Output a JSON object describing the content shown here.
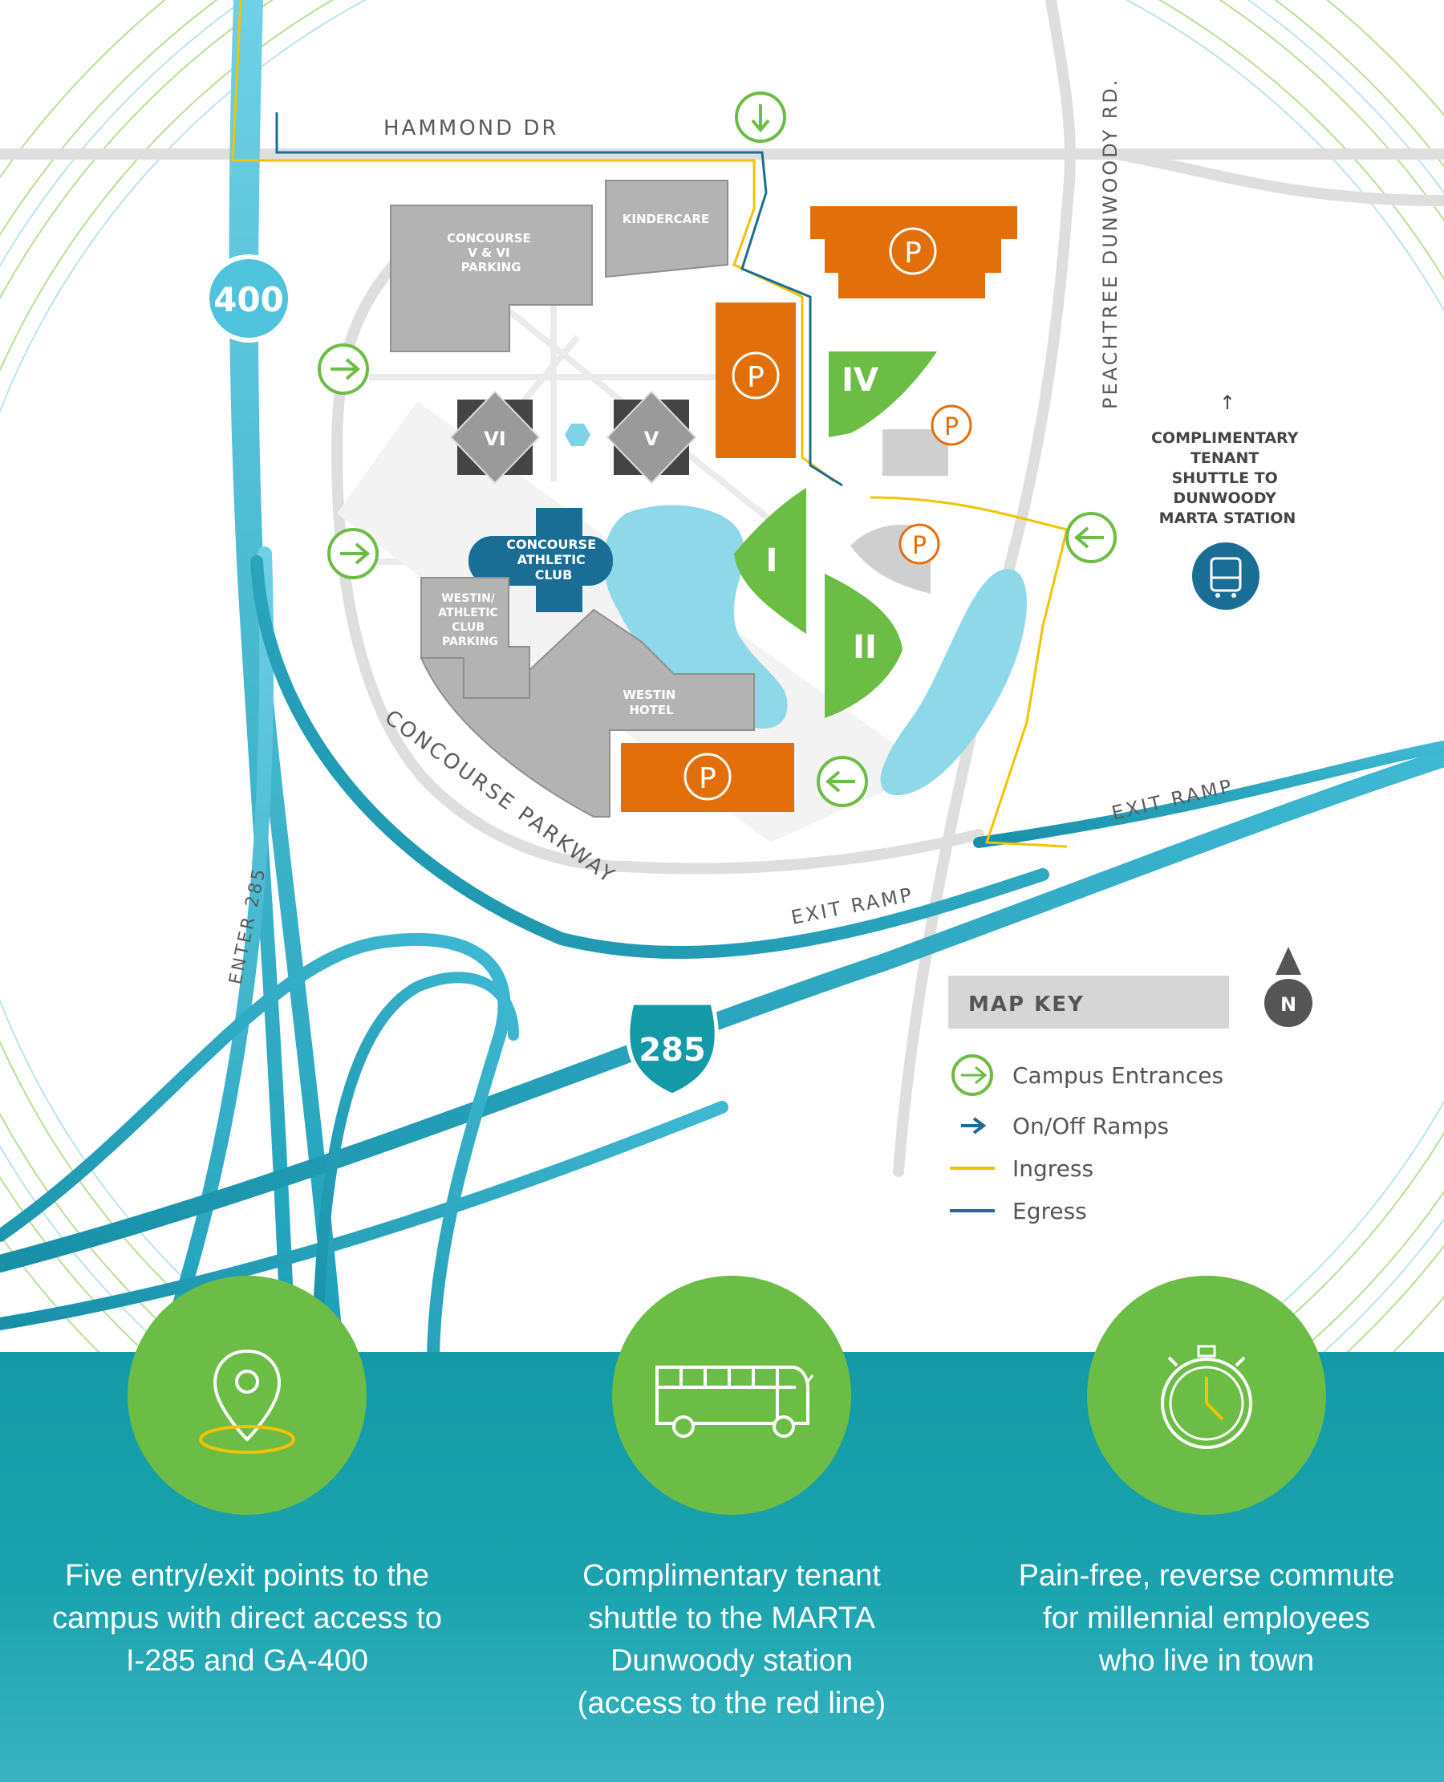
{
  "roads": {
    "hammond": "HAMMOND DR",
    "peachtree": "PEACHTREE DUNWOODY RD.",
    "concourse_parkway": "CONCOURSE PARKWAY",
    "exit_ramp_1": "EXIT RAMP",
    "exit_ramp_2": "EXIT RAMP",
    "enter_285": "ENTER 285"
  },
  "highways": {
    "ga400": "400",
    "i285": "285"
  },
  "buildings": {
    "concourse_parking": [
      "CONCOURSE",
      "V & VI",
      "PARKING"
    ],
    "kindercare": "KINDERCARE",
    "tower_vi": "VI",
    "tower_v": "V",
    "tower_iv": "IV",
    "tower_i": "I",
    "tower_ii": "II",
    "athletic_club": [
      "CONCOURSE",
      "ATHLETIC",
      "CLUB"
    ],
    "westin_parking": [
      "WESTIN/",
      "ATHLETIC",
      "CLUB",
      "PARKING"
    ],
    "westin_hotel": [
      "WESTIN",
      "HOTEL"
    ],
    "parking_symbol": "P"
  },
  "shuttle": {
    "arrow": "↑",
    "lines": [
      "COMPLIMENTARY",
      "TENANT",
      "SHUTTLE TO",
      "DUNWOODY",
      "MARTA STATION"
    ]
  },
  "map_key": {
    "title": "MAP KEY",
    "north": "N",
    "items": [
      {
        "label": "Campus Entrances",
        "icon": "entrance-icon"
      },
      {
        "label": "On/Off Ramps",
        "icon": "ramp-arrow-icon"
      },
      {
        "label": "Ingress",
        "icon": "yellow-line"
      },
      {
        "label": "Egress",
        "icon": "blue-line"
      }
    ]
  },
  "colors": {
    "teal": "#139aa6",
    "green": "#6bbd45",
    "orange": "#e36f0a",
    "yellow": "#f2c300",
    "navy": "#1a6e96",
    "highway": "#4fc3dc",
    "building_gray": "#b3b3b3"
  },
  "features": [
    {
      "icon": "location-pin-icon",
      "text": [
        "Five entry/exit points to the",
        "campus with direct access to",
        "I-285 and GA-400"
      ]
    },
    {
      "icon": "bus-icon",
      "text": [
        "Complimentary tenant",
        "shuttle to the MARTA",
        "Dunwoody station",
        "(access to the red line)"
      ]
    },
    {
      "icon": "stopwatch-icon",
      "text": [
        "Pain-free, reverse commute",
        "for millennial employees",
        "who live in town"
      ]
    }
  ]
}
